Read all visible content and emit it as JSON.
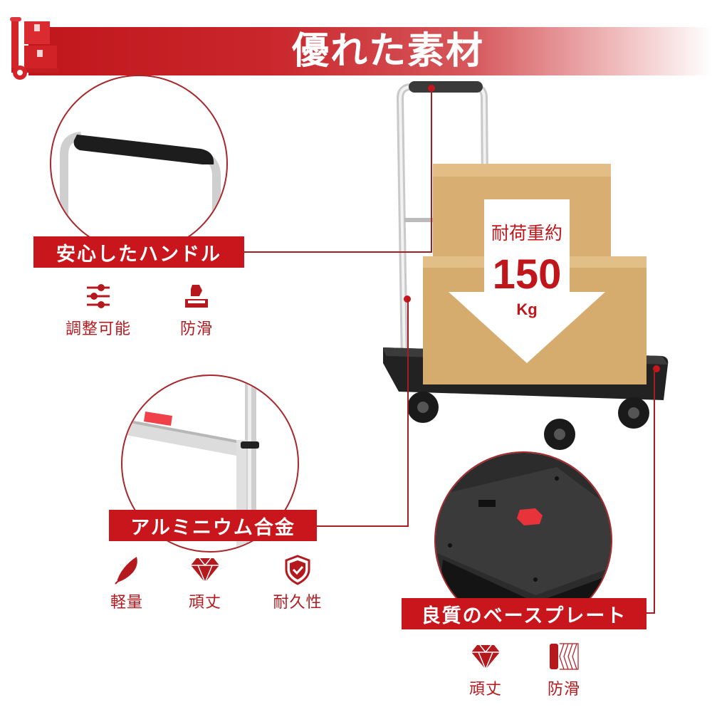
{
  "header": {
    "title": "優れた素材",
    "logo_icon": "hand-truck-boxes-icon",
    "band_color": "#c0161b"
  },
  "capacity": {
    "label": "耐荷重約",
    "value": "150",
    "unit": "Kg",
    "icon": "down-arrow-icon"
  },
  "sections": [
    {
      "label": "安心したハンドル",
      "features": [
        {
          "icon": "sliders-icon",
          "label": "調整可能"
        },
        {
          "icon": "hand-grip-icon",
          "label": "防滑"
        }
      ]
    },
    {
      "label": "アルミニウム合金",
      "features": [
        {
          "icon": "feather-icon",
          "label": "軽量"
        },
        {
          "icon": "diamond-icon",
          "label": "頑丈"
        },
        {
          "icon": "shield-check-icon",
          "label": "耐久性"
        }
      ]
    },
    {
      "label": "良質のベースプレート",
      "features": [
        {
          "icon": "diamond-icon",
          "label": "頑丈"
        },
        {
          "icon": "anti-slip-pattern-icon",
          "label": "防滑"
        }
      ]
    }
  ],
  "colors": {
    "accent": "#c8161c",
    "text_red": "#b5191e",
    "box": "#d9b27a",
    "platform": "#1f1f1f"
  }
}
